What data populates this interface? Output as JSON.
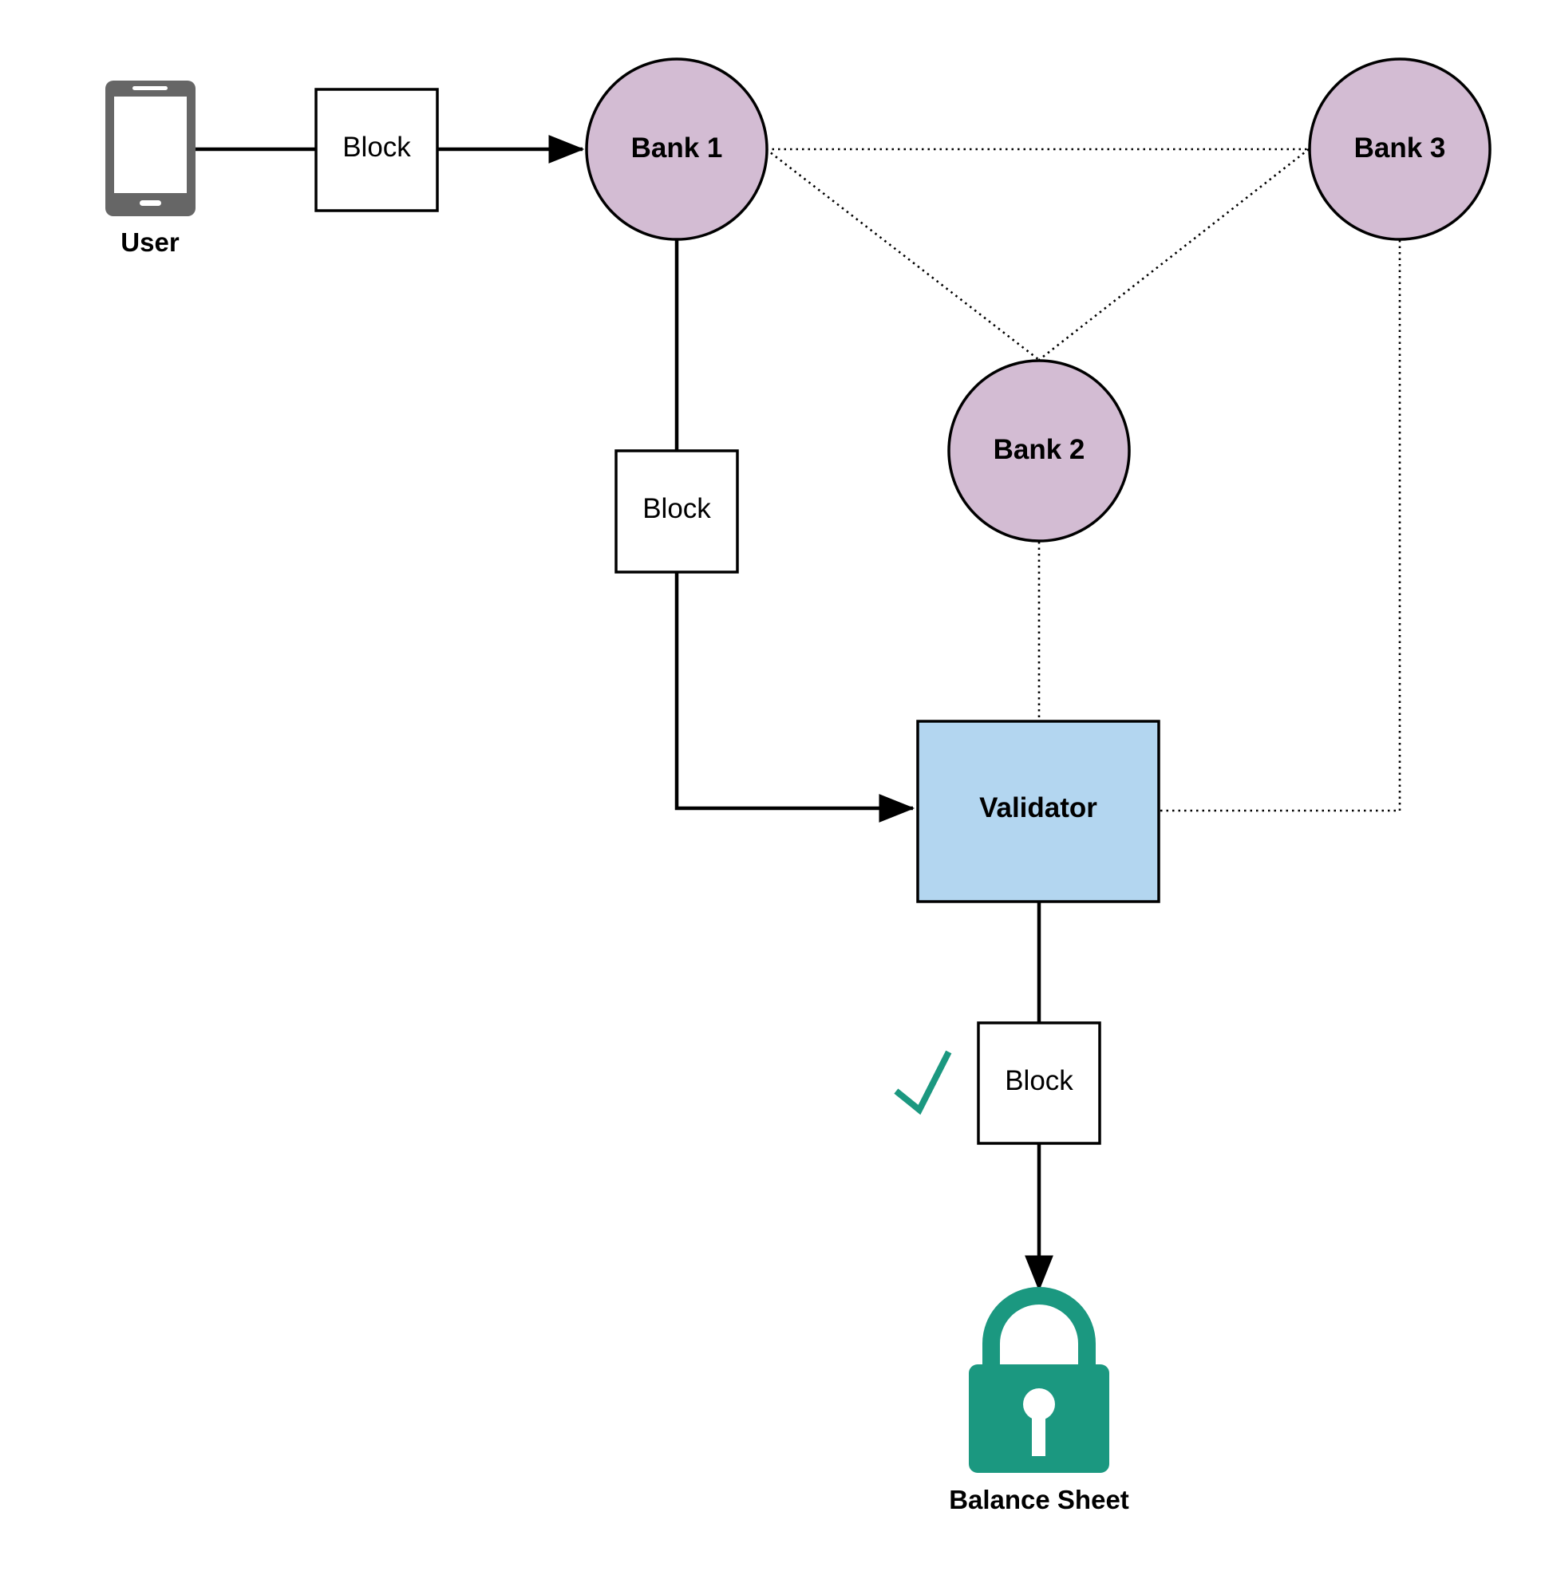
{
  "nodes": {
    "user": {
      "label": "User",
      "icon": "smartphone-icon"
    },
    "block_user": {
      "label": "Block"
    },
    "bank1": {
      "label": "Bank 1"
    },
    "bank2": {
      "label": "Bank 2"
    },
    "bank3": {
      "label": "Bank 3"
    },
    "block_bank1": {
      "label": "Block"
    },
    "validator": {
      "label": "Validator"
    },
    "block_validated": {
      "label": "Block",
      "status_icon": "checkmark-icon"
    },
    "balance_sheet": {
      "label": "Balance Sheet",
      "icon": "lock-icon"
    }
  },
  "edges": [
    {
      "from": "user",
      "to": "block_user",
      "style": "solid",
      "arrow": false
    },
    {
      "from": "block_user",
      "to": "bank1",
      "style": "solid",
      "arrow": true
    },
    {
      "from": "bank1",
      "to": "bank3",
      "style": "dotted",
      "arrow": false
    },
    {
      "from": "bank1",
      "to": "bank2",
      "style": "dotted",
      "arrow": false
    },
    {
      "from": "bank3",
      "to": "bank2",
      "style": "dotted",
      "arrow": false
    },
    {
      "from": "bank1",
      "to": "block_bank1",
      "style": "solid",
      "arrow": false
    },
    {
      "from": "block_bank1",
      "to": "validator",
      "style": "solid",
      "arrow": true
    },
    {
      "from": "bank2",
      "to": "validator",
      "style": "dotted",
      "arrow": false
    },
    {
      "from": "bank3",
      "to": "validator",
      "style": "dotted",
      "arrow": false
    },
    {
      "from": "validator",
      "to": "block_validated",
      "style": "solid",
      "arrow": false
    },
    {
      "from": "block_validated",
      "to": "balance_sheet",
      "style": "solid",
      "arrow": true
    }
  ],
  "colors": {
    "bank_fill": "#d3bcd3",
    "validator_fill": "#b3d6f0",
    "block_fill": "#ffffff",
    "icon_gray": "#666666",
    "lock_green": "#1b9880",
    "check_green": "#1b9880",
    "stroke": "#000000"
  }
}
